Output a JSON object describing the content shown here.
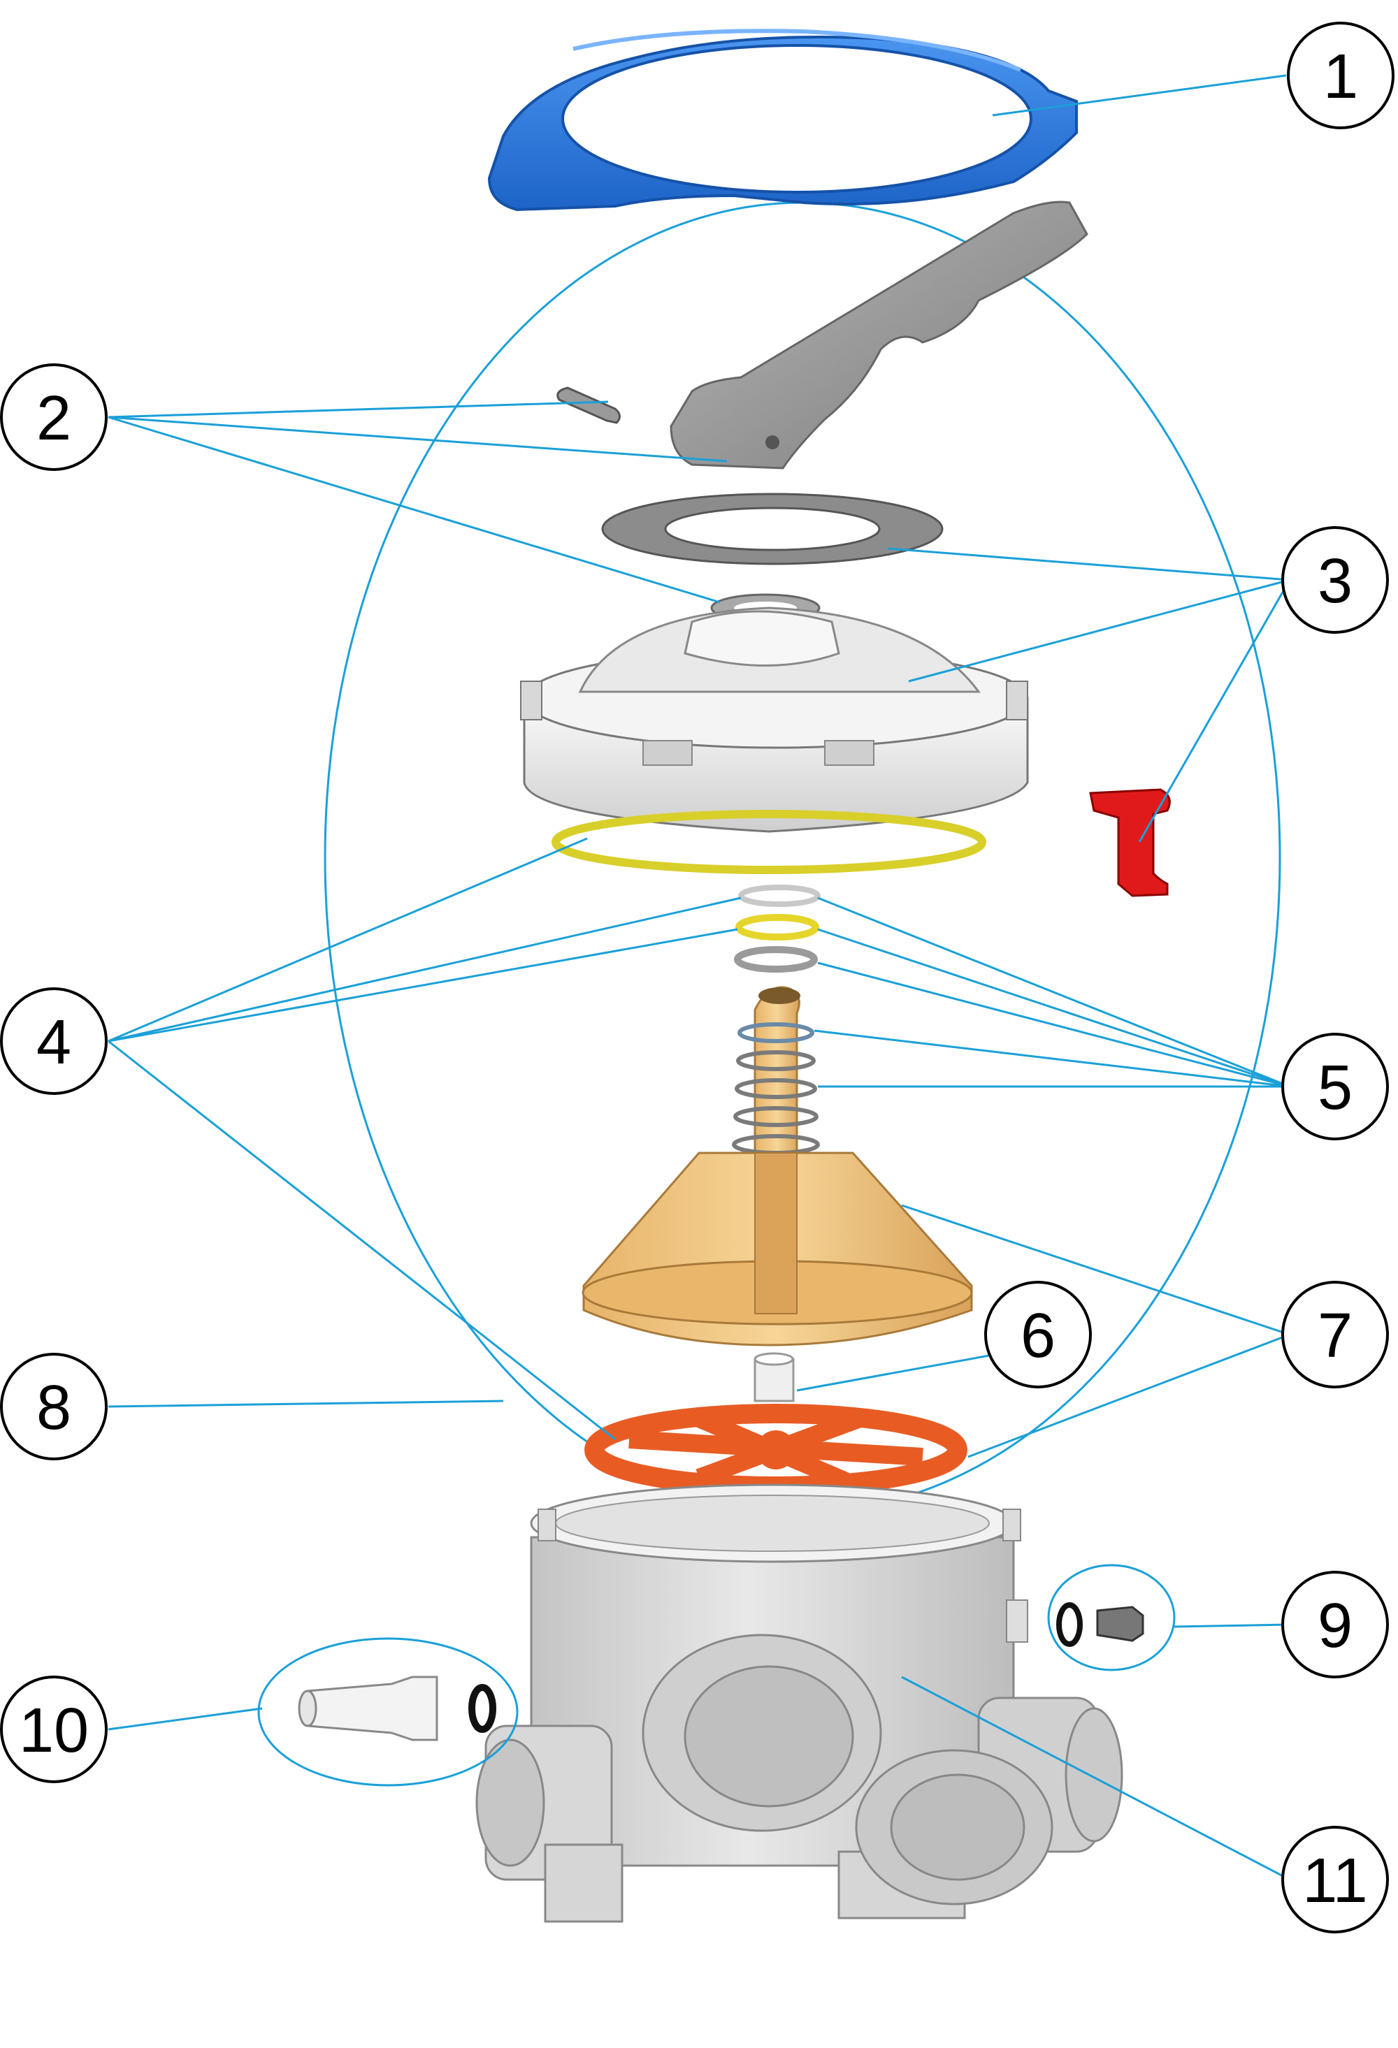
{
  "callouts": [
    {
      "id": "1",
      "label": "1"
    },
    {
      "id": "2",
      "label": "2"
    },
    {
      "id": "3",
      "label": "3"
    },
    {
      "id": "4",
      "label": "4"
    },
    {
      "id": "5",
      "label": "5"
    },
    {
      "id": "6",
      "label": "6"
    },
    {
      "id": "7",
      "label": "7"
    },
    {
      "id": "8",
      "label": "8"
    },
    {
      "id": "9",
      "label": "9"
    },
    {
      "id": "10",
      "label": "10"
    },
    {
      "id": "11",
      "label": "11"
    }
  ],
  "colors": {
    "leader": "#1aa0d8",
    "ring_blue": "#2f7de0",
    "handle_gray": "#9a9a9a",
    "gasket_gray": "#8a8a8a",
    "cover_white": "#eeeeee",
    "oring_yellow": "#e6e14a",
    "rotor_tan": "#f0c784",
    "spider_orange": "#ee6a2e",
    "body_gray": "#d6d6d6",
    "plug_red": "#e01a1a"
  }
}
